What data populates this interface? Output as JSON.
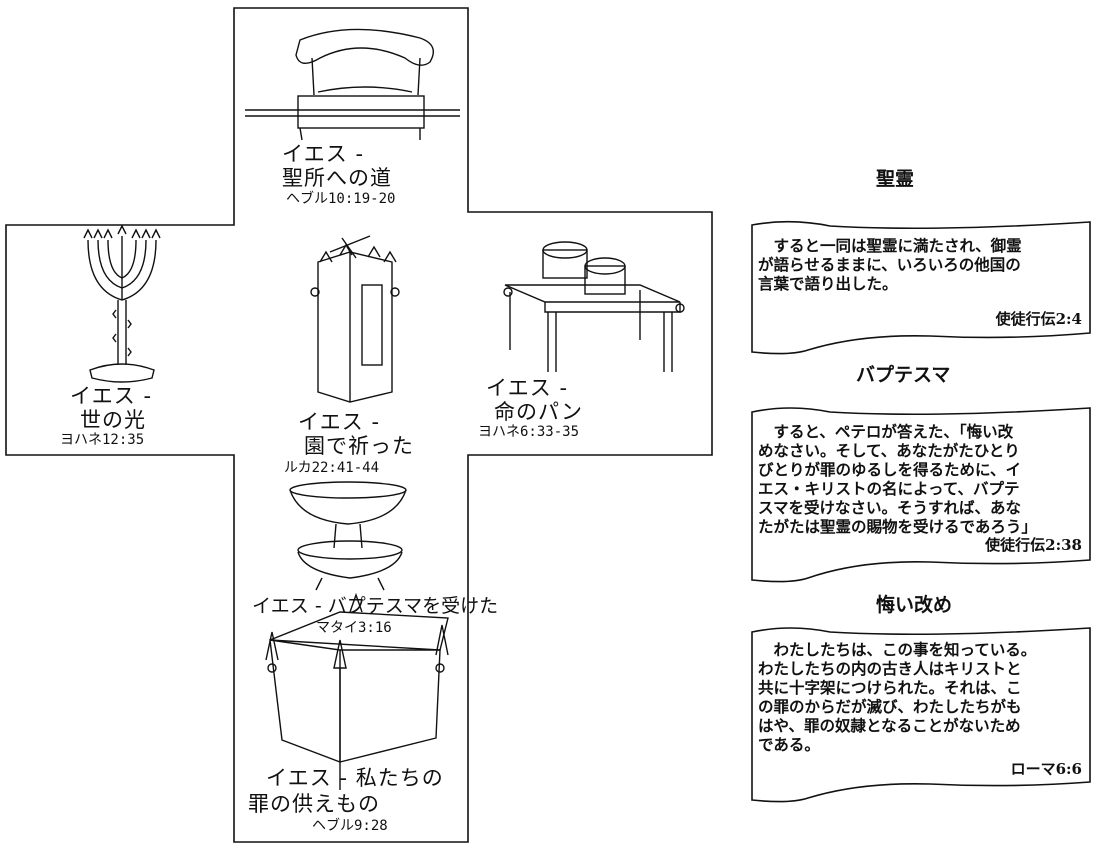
{
  "cross": {
    "stations": [
      {
        "id": "veil",
        "line1": "イエス -",
        "line2": "聖所への道",
        "ref": "ヘブル10:19-20"
      },
      {
        "id": "lampstand",
        "line1": "イエス -",
        "line2": "世の光",
        "ref": "ヨハネ12:35"
      },
      {
        "id": "altar",
        "line1": "イエス -",
        "line2": "園で祈った",
        "ref": "ルカ22:41-44"
      },
      {
        "id": "bread",
        "line1": "イエス -",
        "line2": "命のパン",
        "ref": "ヨハネ6:33-35"
      },
      {
        "id": "laver",
        "line1": "イエス - バプテスマを受けた",
        "line2": "",
        "ref": "マタイ3:16"
      },
      {
        "id": "sacrifice",
        "line1": "イエス - 私たちの",
        "line2": "罪の供えもの",
        "ref": "ヘブル9:28"
      }
    ]
  },
  "sidebar": {
    "sections": [
      {
        "heading": "聖霊",
        "lines": [
          "　すると一同は聖霊に満たされ、御霊",
          "が語らせるままに、いろいろの他国の",
          "言葉で語り出した。"
        ],
        "ref": "使徒行伝2:4"
      },
      {
        "heading": "バプテスマ",
        "lines": [
          "　すると、ペテロが答えた、「悔い改",
          "めなさい。そして、あなたがたひとり",
          "びとりが罪のゆるしを得るために、イ",
          "エス・キリストの名によって、バプテ",
          "スマを受けなさい。そうすれば、あな",
          "たがたは聖霊の賜物を受けるであろう」"
        ],
        "ref": "使徒行伝2:38"
      },
      {
        "heading": "悔い改め",
        "lines": [
          "　わたしたちは、この事を知っている。",
          "わたしたちの内の古き人はキリストと",
          "共に十字架につけられた。それは、こ",
          "の罪のからだが滅び、わたしたちがも",
          "はや、罪の奴隷となることがないため",
          "である。"
        ],
        "ref": "ローマ6:6"
      }
    ]
  }
}
